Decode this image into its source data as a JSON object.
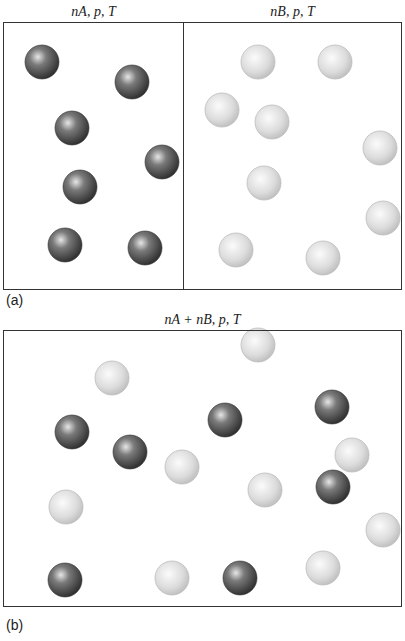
{
  "diagram": {
    "nodes": [
      {
        "text": [
          "nA, p, T"
        ]
      },
      {
        "text": [
          "nB, p, T"
        ]
      },
      {
        "text": [
          "nA + nB, p, T"
        ]
      }
    ],
    "labels": [
      "(a)",
      "(b)"
    ]
  }
}
